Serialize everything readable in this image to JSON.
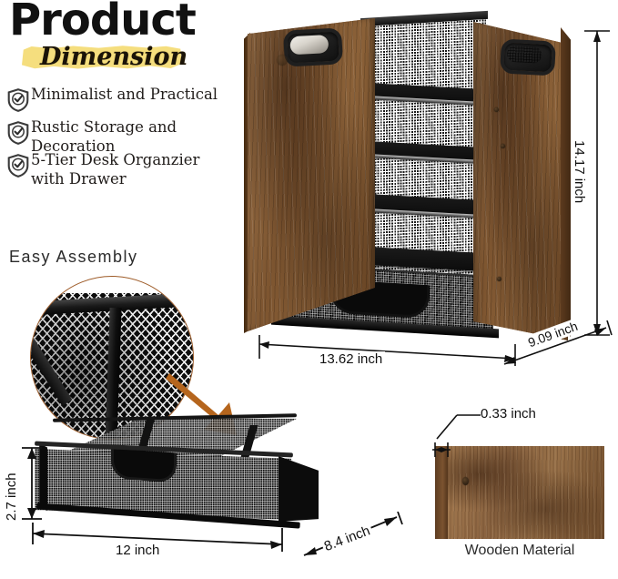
{
  "header": {
    "title": "Product",
    "subtitle": "Dimension",
    "highlight_color": "#f5de7e"
  },
  "features": [
    {
      "icon": "shield-check-icon",
      "label": "Minimalist and Practical"
    },
    {
      "icon": "shield-check-icon",
      "label": "Rustic Storage and Decoration"
    },
    {
      "icon": "shield-check-icon",
      "label": "5-Tier Desk Organzier\nwith Drawer"
    }
  ],
  "assembly": {
    "label": "Easy  Assembly",
    "callout_circle": "mesh-joint-closeup",
    "arrow": "brown-arrow-icon",
    "arrow_color": "#b5651d"
  },
  "product": {
    "name": "5-tier-rustic-desk-organizer",
    "material_colors": {
      "wood": "#7d5530",
      "metal": "#101010"
    },
    "dimensions": {
      "width": "13.62 inch",
      "depth": "9.09 inch",
      "height": "14.17 inch"
    }
  },
  "drawer_detail": {
    "name": "mesh-drawer",
    "dimensions": {
      "width": "12 inch",
      "depth": "8.4 inch",
      "height": "2.7 inch"
    }
  },
  "material_panel": {
    "caption": "Wooden Material",
    "thickness": "0.33 inch"
  }
}
